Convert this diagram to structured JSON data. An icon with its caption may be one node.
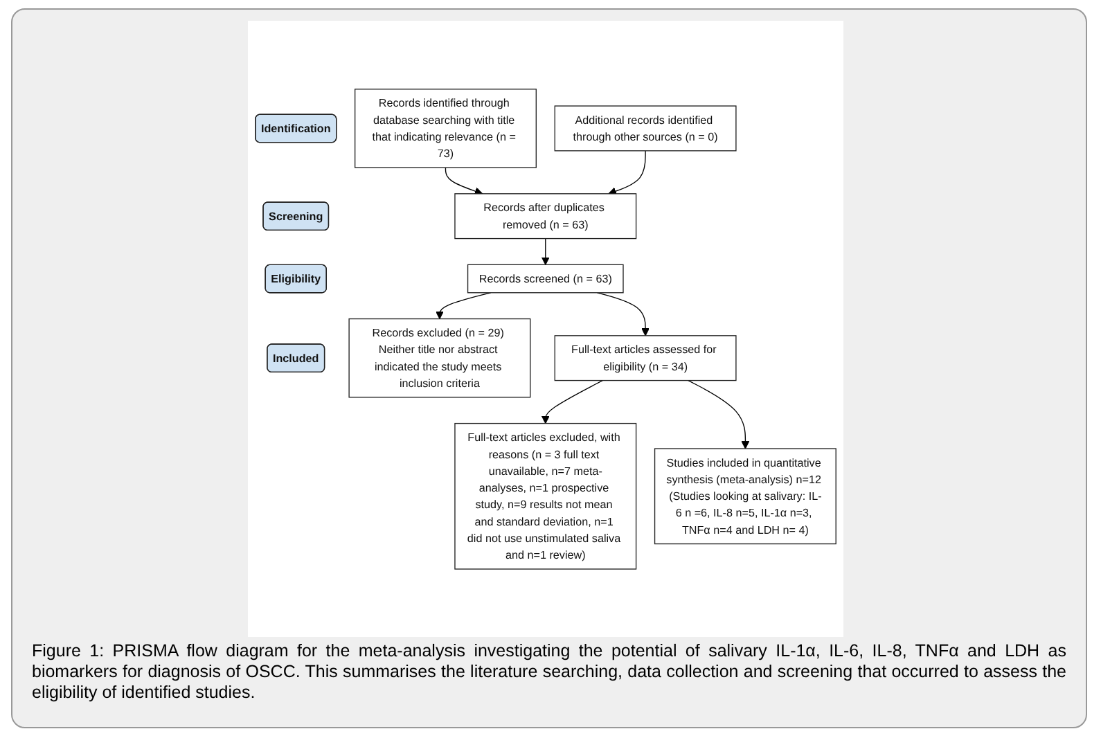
{
  "diagram": {
    "caption": "Figure 1: PRISMA flow diagram for the meta-analysis investigating the potential of salivary IL-1α, IL-6, IL-8, TNFα and LDH as biomarkers for diagnosis of OSCC. This summarises the literature searching, data collection and screening that occurred to assess the eligibility of identified studies.",
    "nodes": [
      {
        "text": [
          "Identification"
        ]
      },
      {
        "text": [
          "Screening"
        ]
      },
      {
        "text": [
          "Eligibility"
        ]
      },
      {
        "text": [
          "Included"
        ]
      },
      {
        "text": [
          "Records identified through database searching with title that indicating relevance (n = 73)"
        ]
      },
      {
        "text": [
          "Additional records identified through other sources (n = 0)"
        ]
      },
      {
        "text": [
          "Records after duplicates removed (n = 63)"
        ]
      },
      {
        "text": [
          "Records screened (n = 63)"
        ]
      },
      {
        "text": [
          "Records excluded (n = 29) Neither title nor abstract indicated the study meets inclusion criteria"
        ]
      },
      {
        "text": [
          "Full-text articles assessed for eligibility (n = 34)"
        ]
      },
      {
        "text": [
          "Full-text articles excluded, with reasons (n = 3 full text unavailable, n=7 meta-analyses, n=1 prospective study, n=9 results not mean and standard deviation, n=1 did not use unstimulated saliva and n=1 review)"
        ]
      },
      {
        "text": [
          "Studies included in quantitative synthesis (meta-analysis) n=12 (Studies looking at salivary: IL-6 n =6, IL-8 n=5, IL-1α n=3, TNFα n=4 and LDH n= 4)"
        ]
      }
    ],
    "edges": [
      {
        "from": 4,
        "to": 6,
        "arrow": "to"
      },
      {
        "from": 5,
        "to": 6,
        "arrow": "to"
      },
      {
        "from": 6,
        "to": 7,
        "arrow": "to"
      },
      {
        "from": 7,
        "to": 8,
        "arrow": "to"
      },
      {
        "from": 7,
        "to": 9,
        "arrow": "to"
      },
      {
        "from": 9,
        "to": 10,
        "arrow": "to"
      },
      {
        "from": 9,
        "to": 11,
        "arrow": "to"
      }
    ]
  }
}
